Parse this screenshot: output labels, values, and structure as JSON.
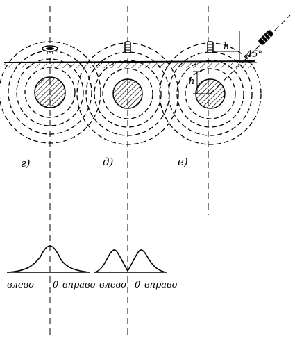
{
  "panels": [
    {
      "label": "г)"
    },
    {
      "label": "д)"
    },
    {
      "label": "е)"
    }
  ],
  "annotations": {
    "h_top": "h",
    "h_left": "h",
    "angle": "45°"
  },
  "axis_labels": {
    "left_1": "влево",
    "zero_1": "0",
    "right_1": "вправо",
    "left_2": "влево",
    "zero_2": "0",
    "right_2": "вправо"
  }
}
